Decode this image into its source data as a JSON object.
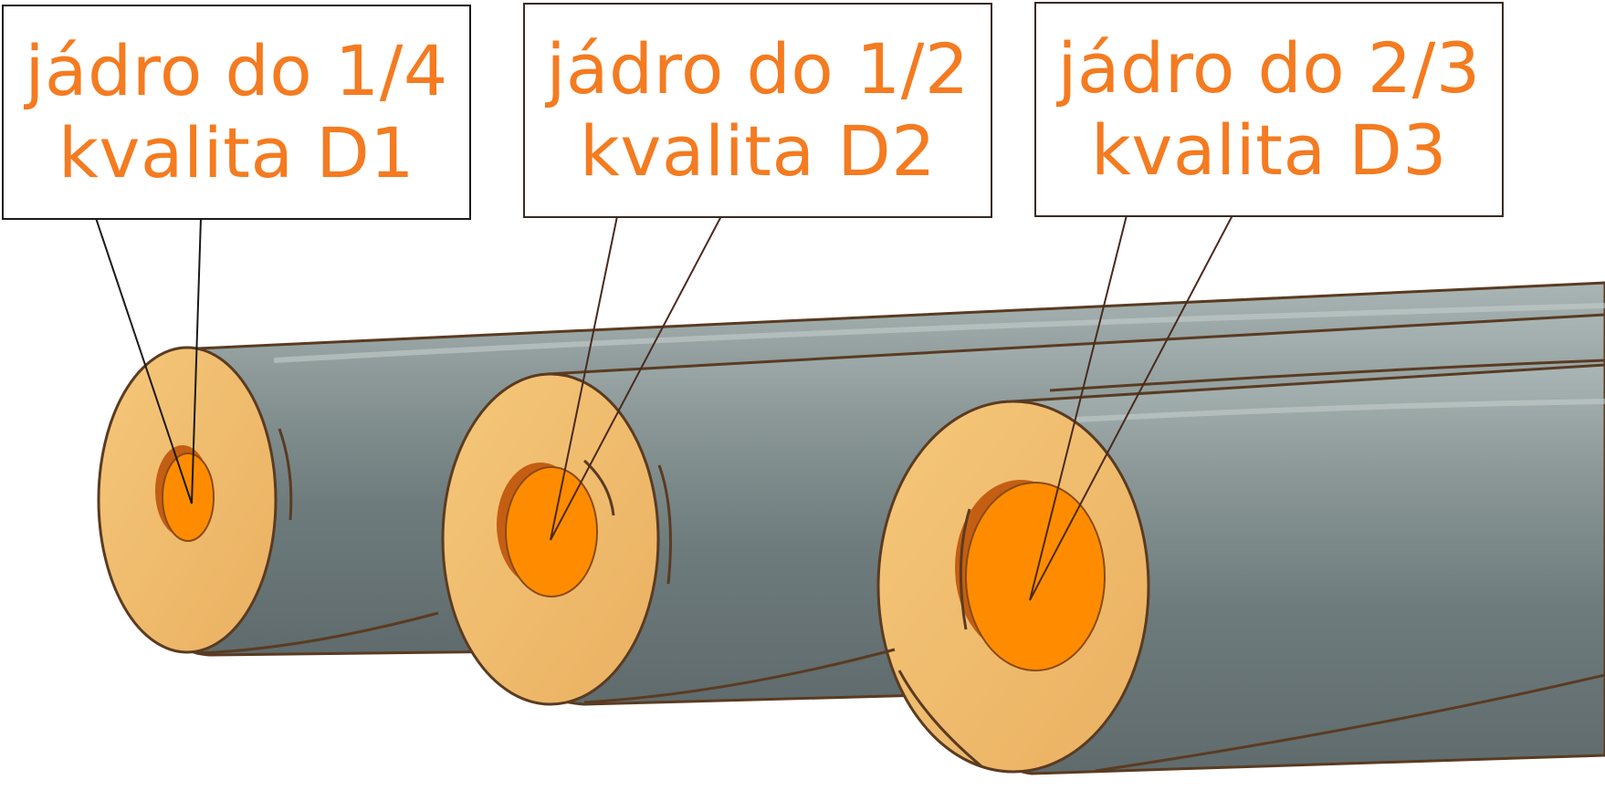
{
  "callouts": [
    {
      "line1": "jádro do 1/4",
      "line2": "kvalita D1"
    },
    {
      "line1": "jádro do 1/2",
      "line2": "kvalita D2"
    },
    {
      "line1": "jádro do 2/3",
      "line2": "kvalita D3"
    }
  ],
  "colors": {
    "label_text": "#f47b20",
    "core": "#ff8c00",
    "insulation": "#f2bd6a",
    "jacket": "#6e7b7c",
    "jacket_highlight": "#a9b6b5",
    "outline": "#5a3b22"
  },
  "icons": [
    "pipe-insulation-shell-illustration"
  ]
}
